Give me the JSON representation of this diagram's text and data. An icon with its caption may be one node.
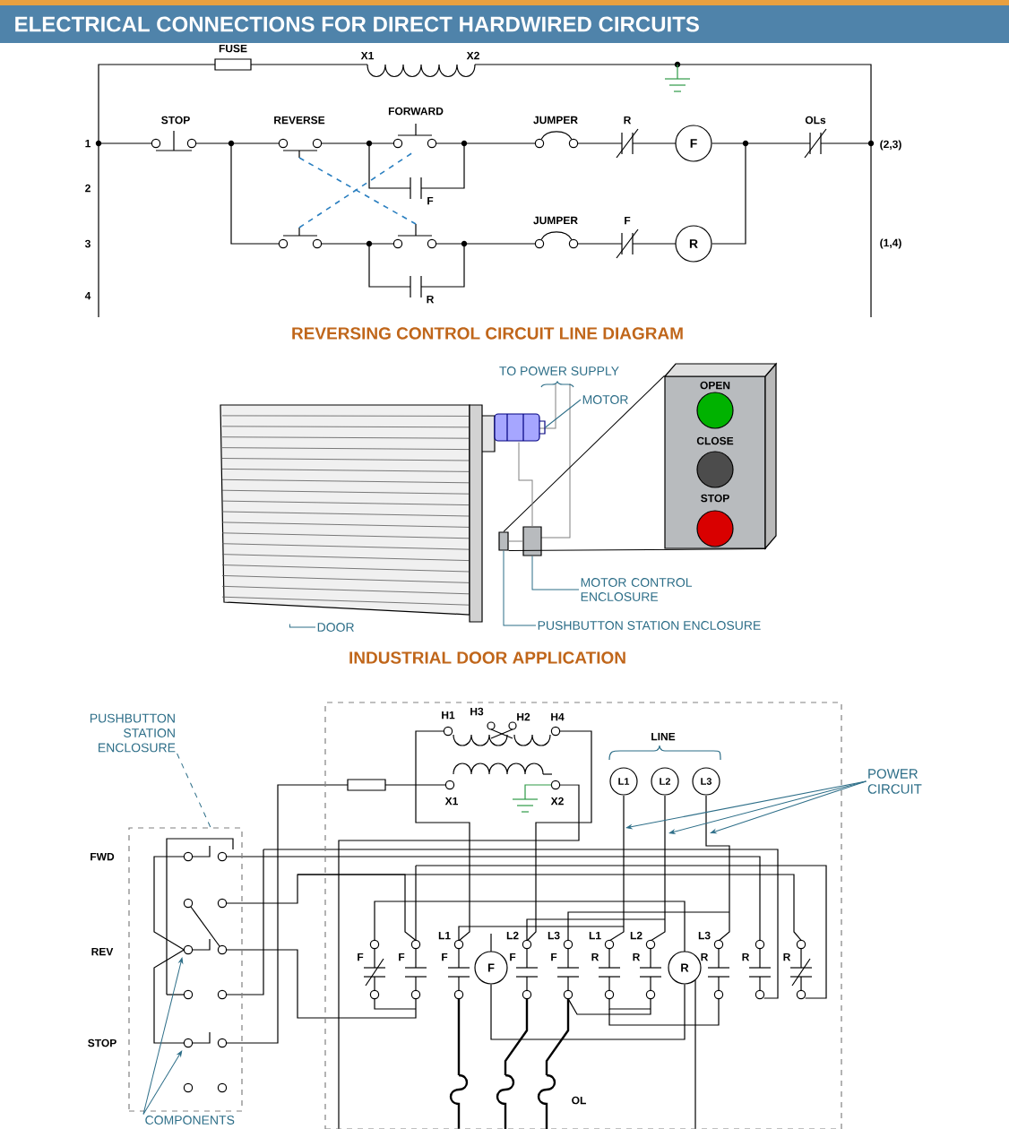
{
  "diagram": {
    "title": "ELECTRICAL CONNECTIONS FOR DIRECT HARDWIRED CIRCUITS",
    "nodes": [
      {
        "text": [
          "F"
        ]
      },
      {
        "text": [
          "R"
        ]
      },
      {
        "text": [
          "MOTOR"
        ]
      },
      {
        "text": [],
        "shape": "picture"
      },
      {
        "text": [],
        "shape": "picture"
      },
      {
        "text": [
          "OPEN",
          "CLOSE",
          "STOP"
        ]
      },
      {
        "text": [],
        "shape": "box"
      },
      {
        "text": [],
        "shape": "box"
      },
      {
        "text": [
          "MOTOR CONTROL ENCLOSURE"
        ]
      },
      {
        "text": [
          "DOOR"
        ]
      },
      {
        "text": [
          "PUSHBUTTON STATION ENCLOSURE"
        ]
      },
      {
        "text": [
          "PUSHBUTTON STATION ENCLOSURE"
        ]
      },
      {
        "text": [],
        "shape": "box"
      },
      {
        "text": [
          "L1"
        ],
        "in": 12
      },
      {
        "text": [
          "L2"
        ],
        "in": 12
      },
      {
        "text": [
          "L3"
        ],
        "in": 12
      },
      {
        "text": [
          "POWER CIRCUIT"
        ]
      },
      {
        "text": [],
        "shape": "box"
      },
      {
        "text": [
          "F"
        ],
        "in": 12
      },
      {
        "text": [
          "R"
        ],
        "in": 12
      },
      {
        "text": [
          "COMPONENTS"
        ]
      }
    ],
    "edges": [
      {
        "from": 2,
        "to": 4,
        "arrow": "none"
      },
      {
        "from": 8,
        "to": 7,
        "arrow": "none"
      },
      {
        "from": 10,
        "to": 6,
        "arrow": "none"
      },
      {
        "from": 9,
        "to": 3,
        "arrow": "none"
      },
      {
        "from": 6,
        "to": 5,
        "arrow": "none",
        "color": "#000000"
      },
      {
        "from": 11,
        "to": 17,
        "arrow": "none",
        "style": "dashed"
      },
      {
        "from": 16,
        "to": null,
        "arrow": "to"
      },
      {
        "from": 16,
        "to": null,
        "arrow": "to"
      },
      {
        "from": 16,
        "to": null,
        "arrow": "to"
      },
      {
        "from": 20,
        "to": 17,
        "arrow": "to"
      },
      {
        "from": 20,
        "to": 17,
        "arrow": "to"
      },
      {
        "from": 1,
        "to": 0,
        "arrow": "none",
        "color": "#000000"
      },
      {
        "from": 18,
        "to": 19,
        "arrow": "none",
        "color": "#000000"
      },
      {
        "from": 4,
        "to": 7,
        "arrow": "none",
        "color": "#808080"
      },
      {
        "from": 6,
        "to": 7,
        "arrow": "none",
        "color": "#808080"
      }
    ],
    "labels": [
      "FUSE",
      "X1",
      "X2",
      "STOP",
      "REVERSE",
      "FORWARD",
      "JUMPER",
      "R",
      "OLs",
      "1",
      "(2,3)",
      "2",
      "F",
      "3",
      "JUMPER",
      "F",
      "(1,4)",
      "4",
      "R",
      "REVERSING CONTROL CIRCUIT LINE DIAGRAM",
      "TO POWER SUPPLY",
      "INDUSTRIAL DOOR APPLICATION",
      "H1",
      "H3",
      "H2",
      "H4",
      "LINE",
      "X1",
      "X2",
      "FWD",
      "REV",
      "STOP",
      "F",
      "F",
      "L1",
      "F",
      "L2",
      "F",
      "L3",
      "F",
      "L1",
      "R",
      "L2",
      "R",
      "L3",
      "R",
      "R",
      "R",
      "OL"
    ]
  }
}
